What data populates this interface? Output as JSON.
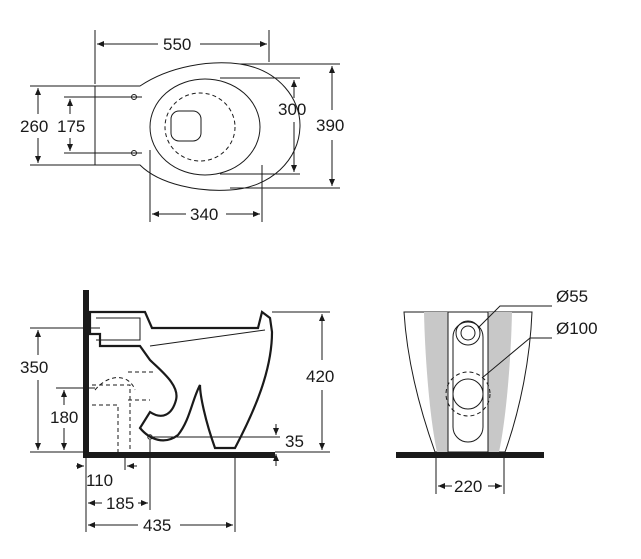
{
  "dimensions": {
    "top_width": "550",
    "top_height_outer": "390",
    "top_height_bowl": "300",
    "top_fix_outer": "260",
    "top_fix_inner": "175",
    "top_bowl_len": "340",
    "side_height": "420",
    "side_outlet_height": "350",
    "side_inlet_height": "180",
    "side_floor_offset": "35",
    "side_d110": "110",
    "side_d185": "185",
    "side_d435": "435",
    "rear_small_diam": "Ø55",
    "rear_large_diam": "Ø100",
    "rear_base_width": "220"
  }
}
